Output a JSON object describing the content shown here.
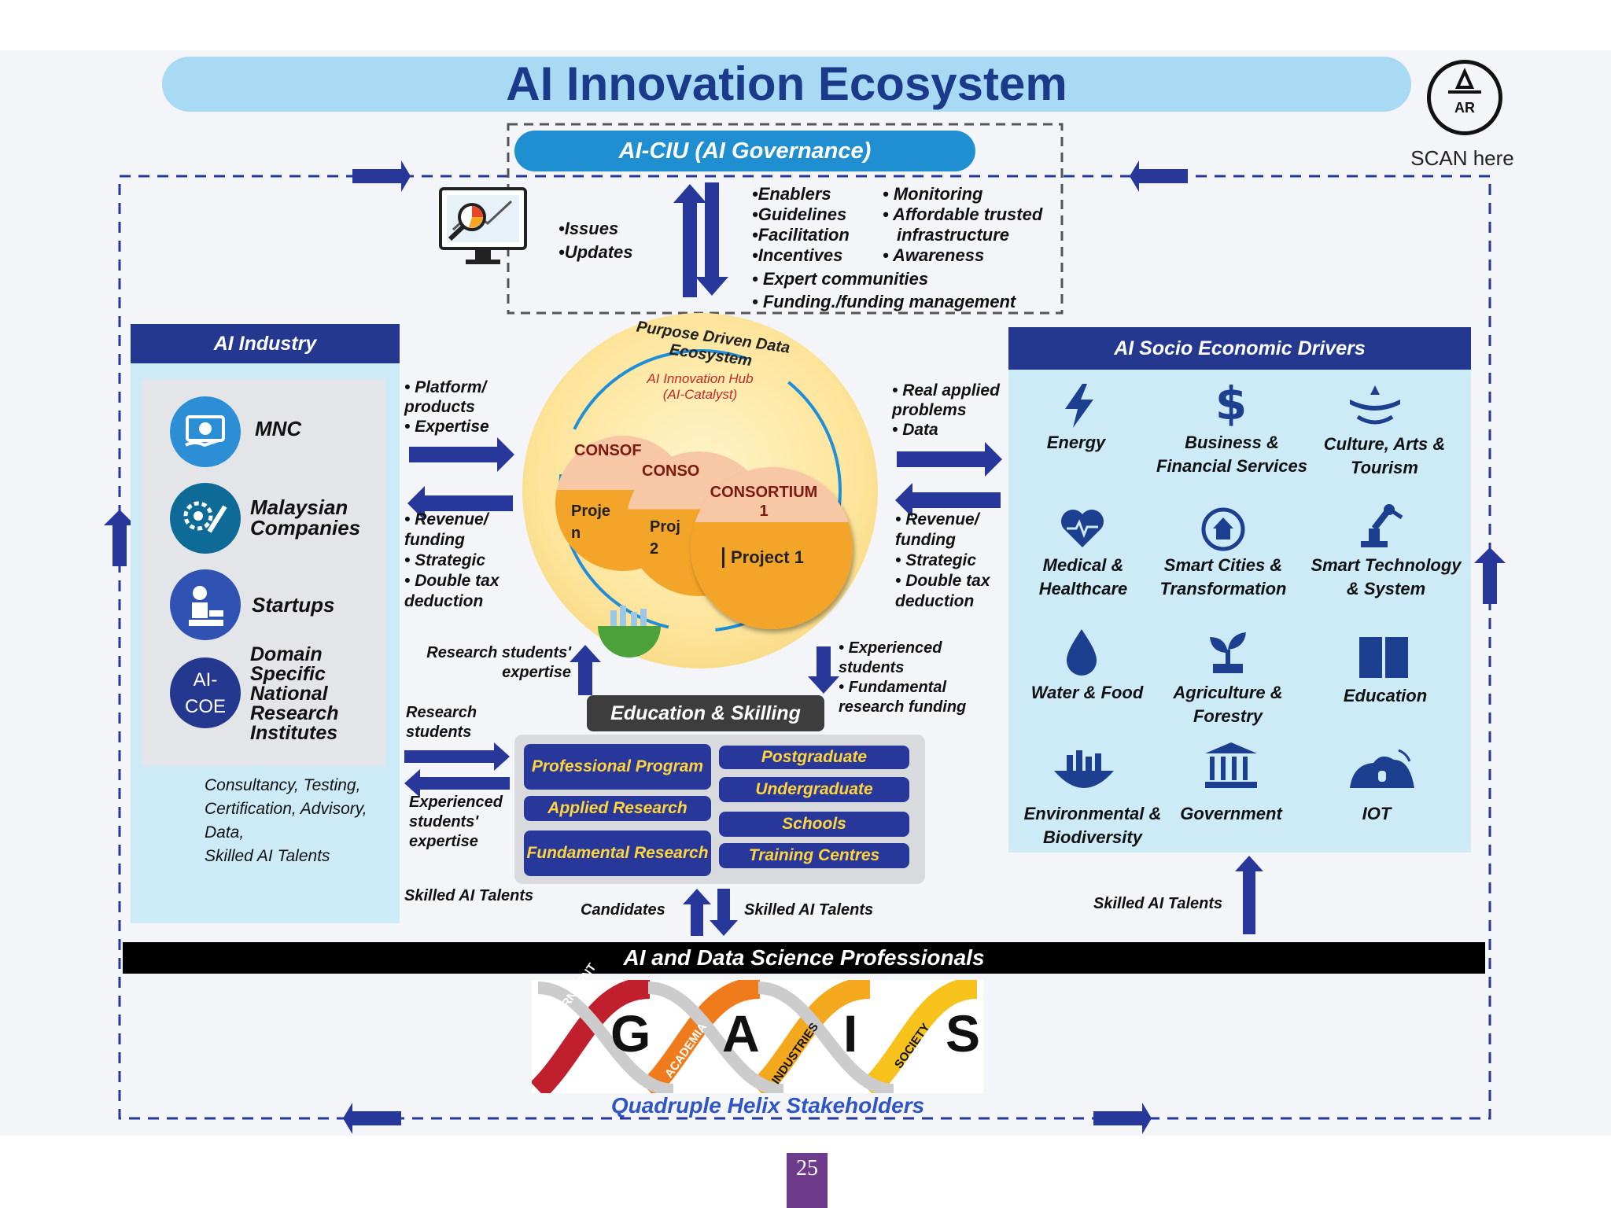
{
  "title": "AI Innovation Ecosystem",
  "scan_label": "SCAN here",
  "logo_text": "AR",
  "governance": {
    "header": "AI-CIU (AI Governance)",
    "left_items": [
      "Issues",
      "Updates"
    ],
    "col1": [
      "Enablers",
      "Guidelines",
      "Facilitation",
      "Incentives"
    ],
    "col2a": "Monitoring",
    "col2b": "Affordable trusted",
    "col2c": "infrastructure",
    "col2d": "Awareness",
    "bottom1": "Expert communities",
    "bottom2": "Funding./funding management"
  },
  "industry": {
    "header": "AI Industry",
    "items": [
      "MNC",
      "Malaysian Companies",
      "Startups",
      "Domain Specific National Research Institutes"
    ],
    "coe": "AI- COE",
    "services": [
      "Consultancy, Testing,",
      "Certification, Advisory,",
      "Data,",
      "Skilled AI Talents"
    ]
  },
  "center": {
    "ring_label": "Purpose Driven Data Ecosystem",
    "hub1": "AI Innovation Hub",
    "hub2": "(AI-Catalyst)",
    "consortium_a": "CONSOF",
    "consortium_b": "CONSO",
    "consortium_c1": "CONSORTIUM",
    "consortium_c2": "1",
    "proj_a": "Proje n",
    "proj_b": "Proj 2",
    "proj_c": "Project 1"
  },
  "flows": {
    "left_out": [
      "Platform/ products",
      "Expertise"
    ],
    "left_in": [
      "Revenue/ funding",
      "Strategic",
      "Double tax deduction"
    ],
    "right_in": [
      "Real applied problems",
      "Data"
    ],
    "right_out": [
      "Revenue/ funding",
      "Strategic",
      "Double tax deduction"
    ],
    "research_expertise": "Research students' expertise",
    "experienced_students": [
      "Experienced students",
      "Fundamental research funding"
    ],
    "research_students": "Research students",
    "experienced_expertise": "Experienced students' expertise",
    "skilled_left": "Skilled AI Talents",
    "candidates": "Candidates",
    "skilled_mid": "Skilled AI Talents",
    "skilled_right": "Skilled AI Talents"
  },
  "education": {
    "header": "Education & Skilling",
    "left": [
      "Professional Program",
      "Applied Research",
      "Fundamental Research"
    ],
    "right": [
      "Postgraduate",
      "Undergraduate",
      "Schools",
      "Training Centres"
    ]
  },
  "drivers": {
    "header": "AI Socio Economic Drivers",
    "items": [
      {
        "label": "Energy",
        "icon": "lightning-icon"
      },
      {
        "label": "Business & Financial Services",
        "icon": "dollar-icon"
      },
      {
        "label": "Culture, Arts & Tourism",
        "icon": "culture-icon"
      },
      {
        "label": "Medical & Healthcare",
        "icon": "heart-icon"
      },
      {
        "label": "Smart Cities & Transformation",
        "icon": "home-icon"
      },
      {
        "label": "Smart Technology & System",
        "icon": "robot-arm-icon"
      },
      {
        "label": "Water & Food",
        "icon": "water-icon"
      },
      {
        "label": "Agriculture & Forestry",
        "icon": "plant-icon"
      },
      {
        "label": "Education",
        "icon": "book-icon"
      },
      {
        "label": "Environmental & Biodiversity",
        "icon": "environment-icon"
      },
      {
        "label": "Government",
        "icon": "government-icon"
      },
      {
        "label": "IOT",
        "icon": "iot-icon"
      }
    ]
  },
  "professionals_bar": "AI and Data Science Professionals",
  "helix": {
    "letters": [
      "G",
      "A",
      "I",
      "S"
    ],
    "ribbons": [
      "GOVERNMENT",
      "ACADEMIA",
      "INDUSTRIES",
      "SOCIETY"
    ],
    "caption": "Quadruple Helix Stakeholders"
  },
  "page_number": "25",
  "colors": {
    "navy": "#24388f",
    "light_blue": "#cdeaf7",
    "title_blue": "#a9daf4",
    "gold": "#ffd53b",
    "purple": "#6e3a8c"
  }
}
